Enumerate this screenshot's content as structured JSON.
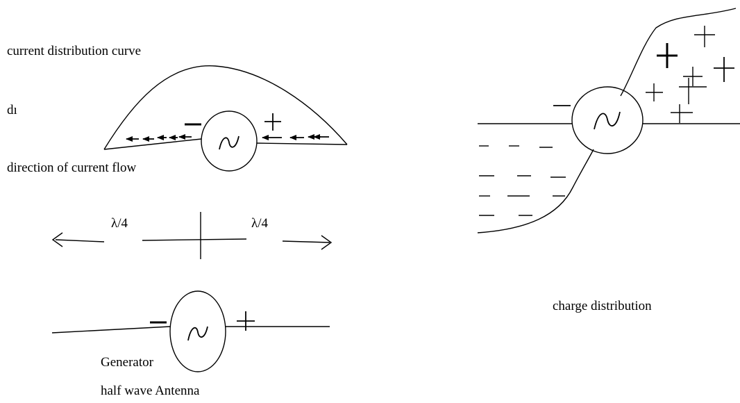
{
  "left_diagram": {
    "curve_label": "current distribution curve",
    "symbol_label": "dı",
    "flow_label": "direction of current flow",
    "wavelength_left": "λ/4",
    "wavelength_right": "λ/4",
    "generator_label": "Generator",
    "caption": "half wave Antenna",
    "ac_symbol": "∼"
  },
  "right_diagram": {
    "caption": "charge distribution"
  }
}
